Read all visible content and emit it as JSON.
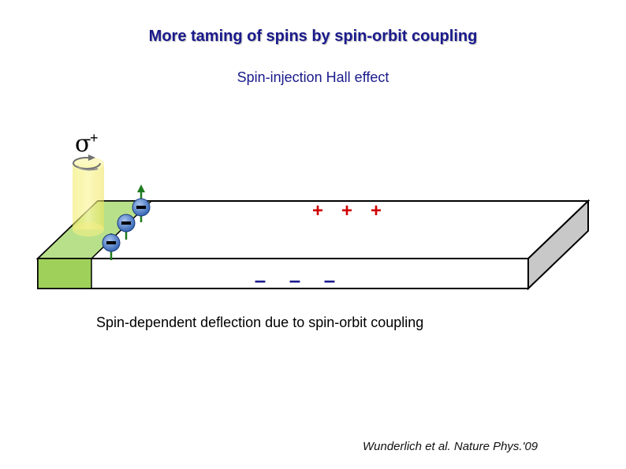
{
  "title": "More taming of spins by spin-orbit coupling",
  "subtitle": "Spin-injection Hall effect",
  "caption": "Spin-dependent deflection due to spin-orbit coupling",
  "citation": "Wunderlich et al. Nature Phys.'09",
  "light": {
    "symbol": "σ",
    "superscript": "+"
  },
  "charges": {
    "positive": [
      "+",
      "+",
      "+"
    ],
    "negative": [
      "–",
      "–",
      "–"
    ]
  },
  "colors": {
    "title": "#1a1a8c",
    "injection_region": "#9ed05a",
    "beam": "#f5f07a",
    "positive_charge": "#d00000",
    "negative_charge": "#1a1a8c",
    "electron": "#2d5fb0",
    "spin_arrow": "#1f7a1f"
  }
}
